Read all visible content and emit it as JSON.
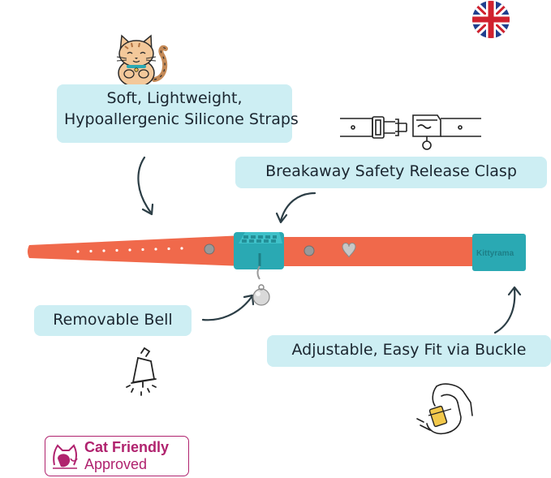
{
  "labels": {
    "soft_line1": "Soft, Lightweight,",
    "soft_line2": "Hypoallergenic Silicone Straps",
    "clasp": "Breakaway Safety Release Clasp",
    "bell": "Removable Bell",
    "adjust": "Adjustable, Easy Fit via Buckle"
  },
  "collar": {
    "brand": "Kittyrama",
    "strap_color": "#f0694b",
    "buckle_color": "#2aa9b3"
  },
  "badge": {
    "line1": "Cat Friendly",
    "line2": "Approved",
    "color": "#b0226e"
  },
  "icons": [
    "uk-flag-icon",
    "cat-icon",
    "clasp-diagram-icon",
    "bell-icon",
    "hand-buckle-icon",
    "cat-head-icon"
  ],
  "colors": {
    "label_bg": "#cdeef3"
  }
}
